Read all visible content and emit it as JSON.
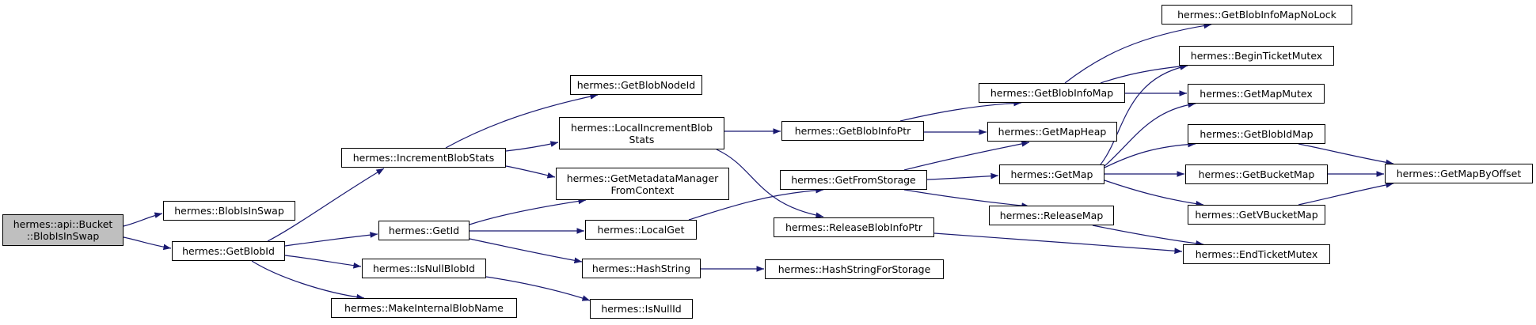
{
  "nodes": {
    "root": {
      "line1": "hermes::api::Bucket",
      "line2": "::BlobIsInSwap"
    },
    "blob_is_in_swap": {
      "label": "hermes::BlobIsInSwap"
    },
    "get_blob_id": {
      "label": "hermes::GetBlobId"
    },
    "increment_blob_stats": {
      "label": "hermes::IncrementBlobStats"
    },
    "get_id": {
      "label": "hermes::GetId"
    },
    "is_null_blob_id": {
      "label": "hermes::IsNullBlobId"
    },
    "make_internal_blob_name": {
      "label": "hermes::MakeInternalBlobName"
    },
    "get_blob_node_id": {
      "label": "hermes::GetBlobNodeId"
    },
    "local_increment_blob_stats": {
      "line1": "hermes::LocalIncrementBlob",
      "line2": "Stats"
    },
    "get_metadata_manager": {
      "line1": "hermes::GetMetadataManager",
      "line2": "FromContext"
    },
    "local_get": {
      "label": "hermes::LocalGet"
    },
    "hash_string": {
      "label": "hermes::HashString"
    },
    "is_null_id": {
      "label": "hermes::IsNullId"
    },
    "get_blob_info_ptr": {
      "label": "hermes::GetBlobInfoPtr"
    },
    "get_from_storage": {
      "label": "hermes::GetFromStorage"
    },
    "release_blob_info_ptr": {
      "label": "hermes::ReleaseBlobInfoPtr"
    },
    "hash_string_for_storage": {
      "label": "hermes::HashStringForStorage"
    },
    "get_blob_info_map": {
      "label": "hermes::GetBlobInfoMap"
    },
    "get_map_heap": {
      "label": "hermes::GetMapHeap"
    },
    "get_map": {
      "label": "hermes::GetMap"
    },
    "release_map": {
      "label": "hermes::ReleaseMap"
    },
    "get_blob_info_map_no_lock": {
      "label": "hermes::GetBlobInfoMapNoLock"
    },
    "begin_ticket_mutex": {
      "label": "hermes::BeginTicketMutex"
    },
    "get_map_mutex": {
      "label": "hermes::GetMapMutex"
    },
    "get_blob_id_map": {
      "label": "hermes::GetBlobIdMap"
    },
    "get_bucket_map": {
      "label": "hermes::GetBucketMap"
    },
    "get_vbucket_map": {
      "label": "hermes::GetVBucketMap"
    },
    "end_ticket_mutex": {
      "label": "hermes::EndTicketMutex"
    },
    "get_map_by_offset": {
      "label": "hermes::GetMapByOffset"
    }
  },
  "colors": {
    "edge": "#191970",
    "root_fill": "#bfbfbf",
    "node_fill": "#ffffff"
  }
}
